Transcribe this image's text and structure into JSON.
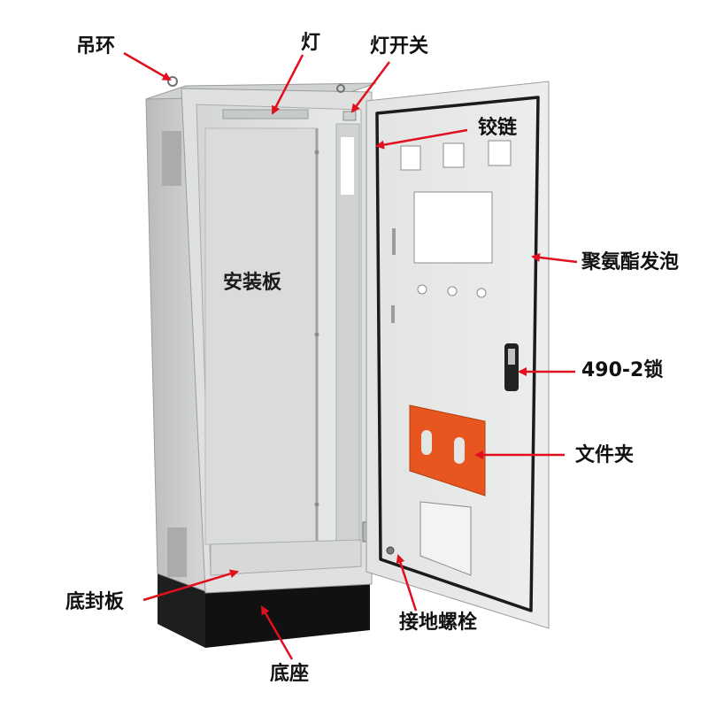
{
  "labels": {
    "hoist_ring": "吊环",
    "lamp": "灯",
    "lamp_switch": "灯开关",
    "hinge": "铰链",
    "foam_seal": "聚氨酯发泡",
    "mounting_plate": "安装板",
    "lock": "490-2锁",
    "file_holder": "文件夹",
    "bottom_plate": "底封板",
    "ground_bolt": "接地螺栓",
    "base": "底座"
  },
  "colors": {
    "arrow": "#e0101e",
    "cabinet_light": "#e4e6e5",
    "cabinet_mid": "#c9cccb",
    "cabinet_dark": "#a9acab",
    "base": "#111111",
    "door_gasket": "#1b1b1b",
    "file_holder": "#e8561f"
  }
}
